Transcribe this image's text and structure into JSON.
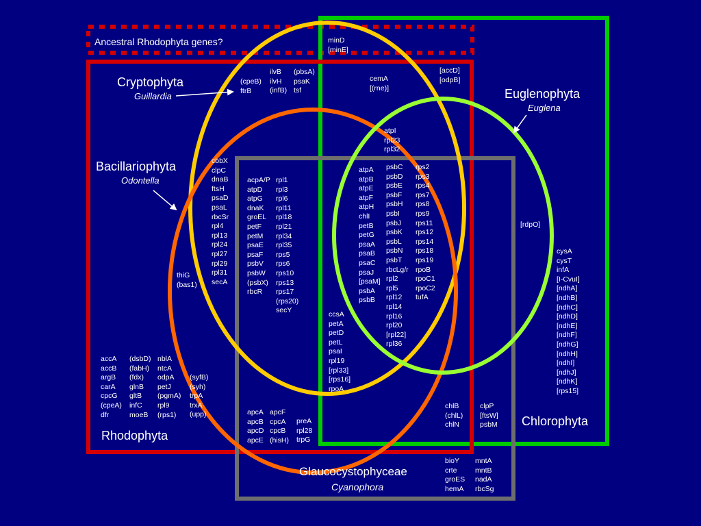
{
  "colors": {
    "background": "#000080",
    "rhodophyta": "#d40000",
    "chlorophyta": "#00cc00",
    "glaucocystophyceae": "#6e6e6e",
    "cryptophyta": "#ffcc00",
    "bacillariophyta": "#ff6600",
    "euglenophyta": "#99ff33",
    "text": "#ffffff"
  },
  "labels": {
    "ancestral": "Ancestral Rhodophyta genes?",
    "cryptophyta": "Cryptophyta",
    "guillardia": "Guillardia",
    "bacillariophyta": "Bacillariophyta",
    "odontella": "Odontella",
    "euglenophyta": "Euglenophyta",
    "euglena": "Euglena",
    "rhodophyta": "Rhodophyta",
    "chlorophyta": "Chlorophyta",
    "glaucocystophyceae": "Glaucocystophyceae",
    "cyanophora": "Cyanophora"
  },
  "genes": {
    "mind": [
      "minD",
      "[minE]"
    ],
    "accd": [
      "[accD]",
      "[odpB]"
    ],
    "cema": [
      "cemA",
      "[(rne)]"
    ],
    "crypto_a": [
      "(cpeB)",
      "ftrB"
    ],
    "crypto_b": [
      "ilvB",
      "ilvH",
      "(infB)"
    ],
    "crypto_c": [
      "(pbsA)",
      "psaK",
      "tsf"
    ],
    "diatom": [
      "cbbX",
      "clpC",
      "dnaB",
      "ftsH",
      "psaD",
      "psaL",
      "rbcSr",
      "rpl4",
      "rpl13",
      "rpl24",
      "rpl27",
      "rpl29",
      "rpl31",
      "secA"
    ],
    "center_a": [
      "acpA/P",
      "atpD",
      "atpG",
      "dnaK",
      "groEL",
      "petF",
      "petM",
      "psaE",
      "psaF",
      "psbV",
      "psbW",
      "(psbX)",
      "rbcR"
    ],
    "center_b": [
      "rpl1",
      "rpl3",
      "rpl6",
      "rpl11",
      "rpl18",
      "rpl21",
      "rpl34",
      "rpl35",
      "rps5",
      "rps6",
      "rps10",
      "rps13",
      "rps17",
      "(rps20)",
      "secY"
    ],
    "thig": [
      "thiG",
      "(bas1)"
    ],
    "atpi": [
      "atpI",
      "rpl23",
      "rpl32"
    ],
    "atpa": [
      "atpA",
      "atpB",
      "atpE",
      "atpF",
      "atpH",
      "chlI",
      "petB",
      "petG",
      "psaA",
      "psaB",
      "psaC",
      "psaJ",
      "[psaM]",
      "psbA",
      "psbB"
    ],
    "psbc": [
      "psbC",
      "psbD",
      "psbE",
      "psbF",
      "psbH",
      "psbI",
      "psbJ",
      "psbK",
      "psbL",
      "psbN",
      "psbT",
      "rbcLg/r",
      "rpl2",
      "rpl5",
      "rpl12",
      "rpl14",
      "rpl16",
      "rpl20",
      "[rpl22]",
      "rpl36"
    ],
    "rps2": [
      "rps2",
      "rps3",
      "rps4",
      "rps7",
      "rps8",
      "rps9",
      "rps11",
      "rps12",
      "rps14",
      "rps18",
      "rps19",
      "rpoB",
      "rpoC1",
      "rpoC2",
      "tufA"
    ],
    "ccsa": [
      "ccsA",
      "petA",
      "petD",
      "petL",
      "psaI",
      "rpl19",
      "[rpl33]",
      "[rps16]",
      "rpoA"
    ],
    "rdpo": [
      "[rdpO]"
    ],
    "cysa": [
      "cysA",
      "cysT",
      "infA",
      "[I-CvuI]",
      "[ndhA]",
      "[ndhB]",
      "[ndhC]",
      "[ndhD]",
      "[ndhE]",
      "[ndhF]",
      "[ndhG]",
      "[ndhH]",
      "[ndhI]",
      "[ndhJ]",
      "[ndhK]",
      "[rps15]"
    ],
    "rhodo_a": [
      "accA",
      "accB",
      "argB",
      "carA",
      "cpcG",
      "(cpeA)",
      "dfr"
    ],
    "rhodo_b": [
      "(dsbD)",
      "(fabH)",
      "(fdx)",
      "glnB",
      "gltB",
      "infC",
      "moeB"
    ],
    "rhodo_c": [
      "nblA",
      "ntcA",
      "odpA",
      "petJ",
      "(pgmA)",
      "rpl9",
      "(rps1)"
    ],
    "rhodo_d": [
      "(syfB)",
      "(syh)",
      "trpA",
      "trxA",
      "(upp)"
    ],
    "apca": [
      "apcA",
      "apcB",
      "apcD",
      "apcE"
    ],
    "apcf": [
      "apcF",
      "cpcA",
      "cpcB",
      "(hisH)"
    ],
    "prea": [
      "preA",
      "rpl28",
      "trpG"
    ],
    "chlb": [
      "chlB",
      "(chlL)",
      "chlN"
    ],
    "clpp": [
      "clpP",
      "[ftsW]",
      "psbM"
    ],
    "bioy": [
      "bioY",
      "crte",
      "groES",
      "hemA"
    ],
    "mnta": [
      "mntA",
      "mntB",
      "nadA",
      "rbcSg"
    ]
  }
}
